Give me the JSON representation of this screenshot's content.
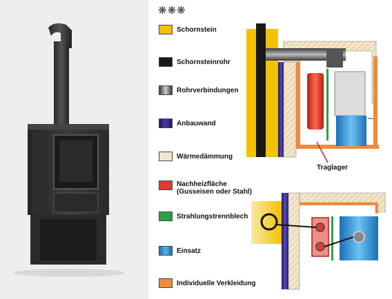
{
  "header": {
    "stars": "❋❋❋"
  },
  "legend": [
    {
      "label": "Schornstein",
      "color": "#f2c200"
    },
    {
      "label": "Schornsteinrohr",
      "color": "#1a1a1a"
    },
    {
      "label": "Rohrverbindungen",
      "color": "#7a7a7a"
    },
    {
      "label": "Anbauwand",
      "color": "#3a2a8c"
    },
    {
      "label": "Wärmedämmung",
      "color": "#f3e6c8"
    },
    {
      "label": "Nachheizfläche",
      "label2": "(Gusseisen oder Stahl)",
      "color": "#e23a2c"
    },
    {
      "label": "Strahlungstrennblech",
      "color": "#2f9e4a"
    },
    {
      "label": "Einsatz",
      "color": "#2a8fd6"
    },
    {
      "label": "Individuelle Verkleidung",
      "color": "#f08a3a"
    }
  ],
  "diagram": {
    "traglager_label": "Traglager"
  }
}
